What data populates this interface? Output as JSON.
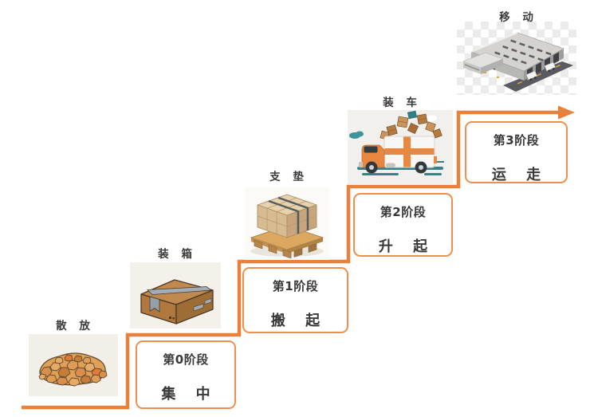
{
  "diagram": {
    "type": "process-staircase",
    "direction": "bottom-left to top-right",
    "arrow": "right-arrow"
  },
  "steps": [
    {
      "item_label": "散 放",
      "icon": "scattered-parts-pile-image"
    },
    {
      "item_label": "装 箱",
      "icon": "cardboard-box-image"
    },
    {
      "item_label": "支 垫",
      "icon": "palletized-boxes-image"
    },
    {
      "item_label": "装 车",
      "icon": "loading-truck-image"
    },
    {
      "item_label": "移 动",
      "icon": "warehouse-building-image"
    }
  ],
  "stages": [
    {
      "title": "第0阶段",
      "action": "集 中"
    },
    {
      "title": "第1阶段",
      "action": "搬 起"
    },
    {
      "title": "第2阶段",
      "action": "升 起"
    },
    {
      "title": "第3阶段",
      "action": "运 走"
    }
  ],
  "colors": {
    "accent_orange_line": "#E8813C",
    "stage_box_border": "#EE8F4D",
    "text": "#383838",
    "pile_bg": "#F2EFE9",
    "box_bg": "#F4F1EA",
    "pallet_bg": "#FBFAF7",
    "truck_bg": "#F1F0ED",
    "teal": "#37828A"
  }
}
